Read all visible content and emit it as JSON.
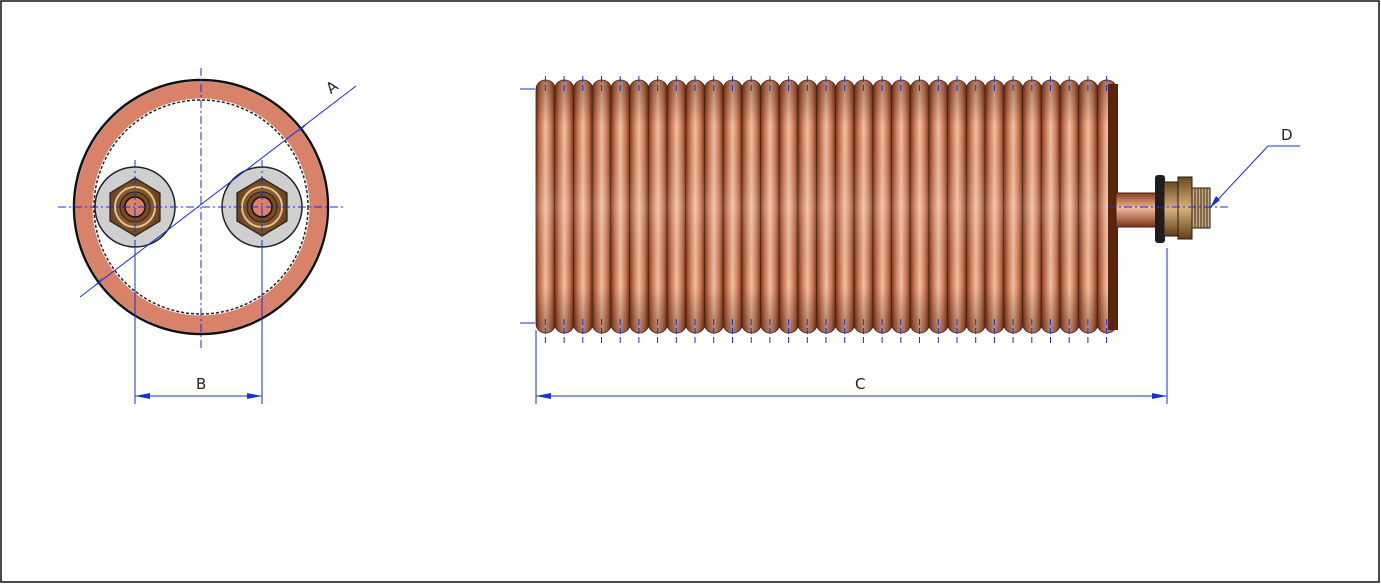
{
  "labels": {
    "a": "A",
    "b": "B",
    "c": "C",
    "d": "D"
  },
  "colors": {
    "copper_light": "#f2b79a",
    "copper_mid": "#c77652",
    "copper_dark": "#6e2f1a",
    "pipe_fill": "#d9826a",
    "dimension": "#1a2fd6",
    "outline": "#111111",
    "steel": "#c9c9c9",
    "brass": "#b08650"
  },
  "coil": {
    "turns": 31
  }
}
